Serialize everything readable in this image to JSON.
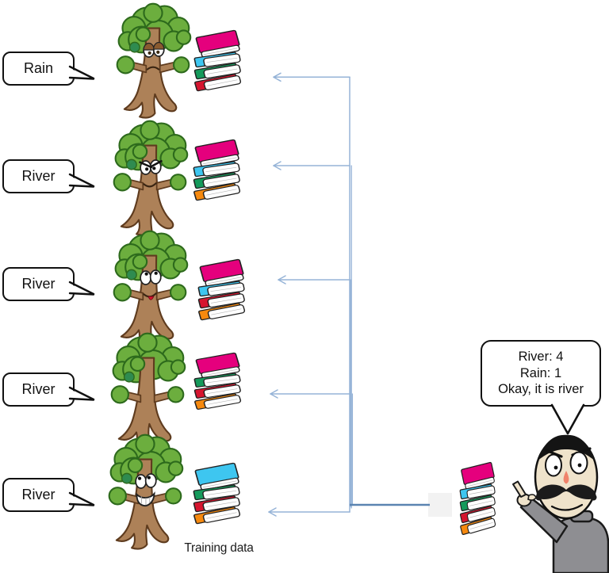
{
  "trees": [
    {
      "label": "Rain",
      "expression": "sad",
      "books": [
        "#E5007D",
        "#3EC6F0",
        "#159A5B",
        "#D6152F"
      ]
    },
    {
      "label": "River",
      "expression": "angry",
      "books": [
        "#E5007D",
        "#3EC6F0",
        "#159A5B",
        "#F6890E"
      ]
    },
    {
      "label": "River",
      "expression": "playful",
      "books": [
        "#E5007D",
        "#3EC6F0",
        "#D6152F",
        "#F6890E"
      ]
    },
    {
      "label": "River",
      "expression": "closed",
      "books": [
        "#E5007D",
        "#159A5B",
        "#D6152F",
        "#F6890E"
      ]
    },
    {
      "label": "River",
      "expression": "grin",
      "books": [
        "#3EC6F0",
        "#159A5B",
        "#D6152F",
        "#F6890E"
      ]
    }
  ],
  "caption": "Training data",
  "result_bubble": {
    "line1": "River: 4",
    "line2": "Rain: 1",
    "line3": "Okay, it is river"
  },
  "person_books": [
    "#E5007D",
    "#3EC6F0",
    "#159A5B",
    "#D6152F",
    "#F6890E"
  ],
  "colors": {
    "connector": "#95B3D7",
    "connector_dark": "#5B84B1",
    "foliage": "#6CAE3E",
    "foliage_outline": "#2D6A1C",
    "foliage_accent": "#2F8B50",
    "trunk": "#AD8158",
    "trunk_outline": "#5E3B1E",
    "skin": "#EFE3CB",
    "sweater": "#8E8E92",
    "nose": "#F0836B",
    "bubble_border": "#111111",
    "gray_box": "#F2F2F2"
  }
}
